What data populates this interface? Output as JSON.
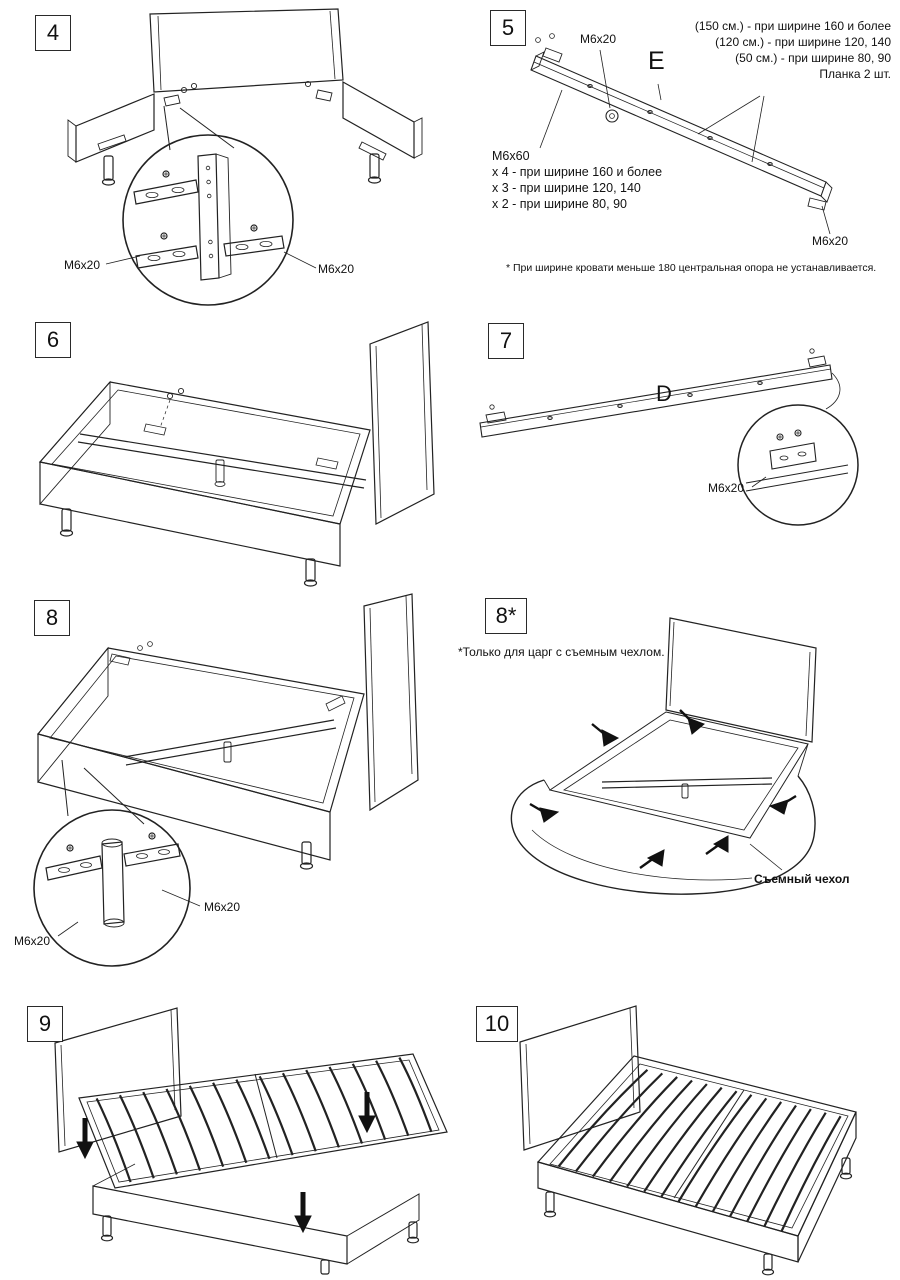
{
  "steps": {
    "s4": {
      "num": "4",
      "label_left": "М6х20",
      "label_right": "М6х20"
    },
    "s5": {
      "num": "5",
      "part": "Е",
      "screw_top": "М6х20",
      "screw_bottom": "М6х20",
      "width_options": [
        "(150 см.) - при ширине 160 и более",
        "(120 см.) - при ширине 120, 140",
        "(50 см.) - при ширине 80, 90",
        "Планка 2 шт."
      ],
      "bolt_lines": [
        "М6х60",
        "х 4 - при ширине 160 и более",
        "х 3 - при ширине 120, 140",
        "х 2 - при ширине 80, 90"
      ],
      "note": "* При ширине кровати меньше 180 центральная опора не устанавливается."
    },
    "s6": {
      "num": "6"
    },
    "s7": {
      "num": "7",
      "part": "D",
      "screw": "М6х20"
    },
    "s8": {
      "num": "8",
      "label_right": "М6х20",
      "label_bottom": "М6х20"
    },
    "s8a": {
      "num": "8*",
      "note": "*Только для царг с съемным чехлом.",
      "cover_label": "Съемный чехол"
    },
    "s9": {
      "num": "9"
    },
    "s10": {
      "num": "10"
    }
  }
}
